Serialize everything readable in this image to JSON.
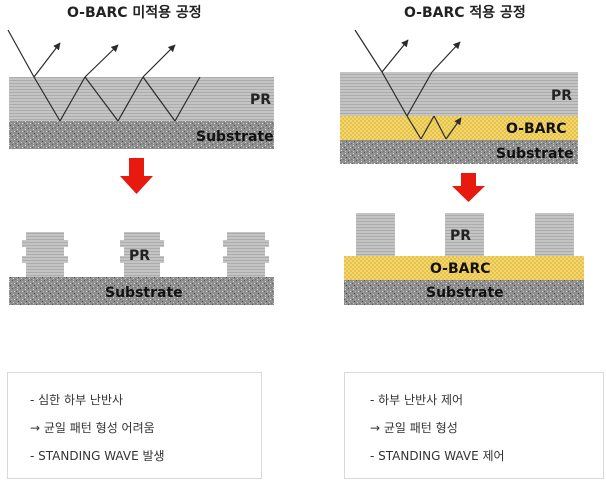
{
  "left_panel": {
    "title": "O-BARC 미적용 공정",
    "labels": {
      "pr_top": "PR",
      "substrate_top": "Substrate",
      "pr_bottom": "PR",
      "substrate_bottom": "Substrate"
    },
    "caption": [
      "- 심한 하부 난반사",
      "→ 균일 패턴 형성 어려움",
      "- STANDING WAVE 발생"
    ]
  },
  "right_panel": {
    "title": "O-BARC  적용 공정",
    "labels": {
      "pr_top": "PR",
      "obarc_top": "O-BARC",
      "substrate_top": "Substrate",
      "pr_bottom": "PR",
      "obarc_bottom": "O-BARC",
      "substrate_bottom": "Substrate"
    },
    "caption": [
      "-  하부 난반사 제어",
      "→ 균일 패턴 형성",
      "-   STANDING WAVE 제어"
    ]
  },
  "colors": {
    "pr": "#c2c2c2",
    "pr_stripe": "#a9a9a9",
    "substrate": "#8e8e8e",
    "obarc": "#f0d36a",
    "arrow": "#e8190f",
    "ray": "#2b2b2b"
  },
  "icons": {
    "process_arrow": "down-arrow-icon"
  }
}
